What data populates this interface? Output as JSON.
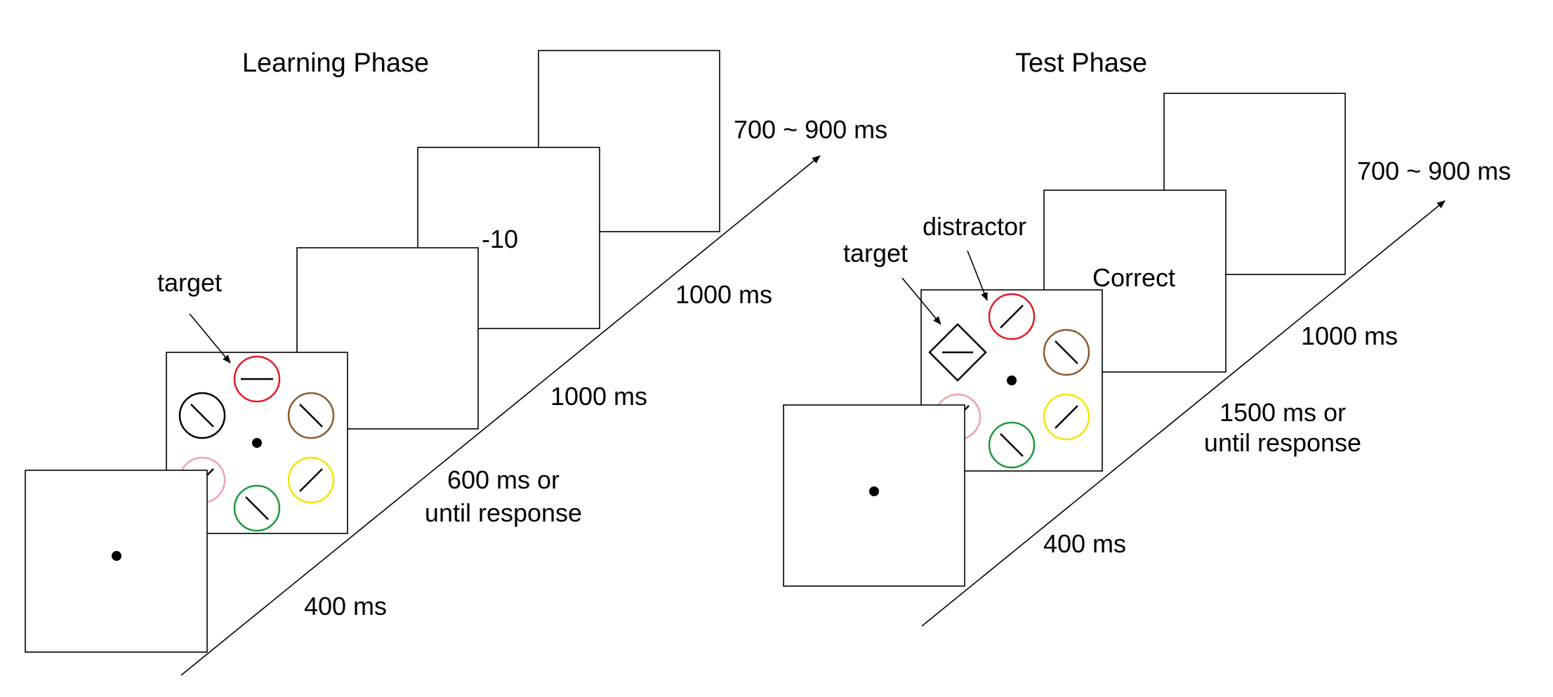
{
  "learning_phase": {
    "title": "Learning Phase",
    "feedback_text": "-10",
    "target_label": "target",
    "timings": {
      "t1": "400 ms",
      "t2_line1": "600 ms or",
      "t2_line2": "until response",
      "t3": "1000 ms",
      "t4": "1000 ms",
      "t5": "700 ~ 900 ms"
    }
  },
  "test_phase": {
    "title": "Test Phase",
    "feedback_text": "Correct",
    "target_label": "target",
    "distractor_label": "distractor",
    "timings": {
      "t1": "400 ms",
      "t2_line1": "1500 ms or",
      "t2_line2": "until response",
      "t3": "1000 ms",
      "t4": "700 ~ 900 ms"
    }
  },
  "colors": {
    "red": "#e01b24",
    "brown": "#8b5a2b",
    "black": "#000000",
    "pink": "#f2a0b0",
    "green": "#1a9a3a",
    "yellow": "#f5e400"
  }
}
